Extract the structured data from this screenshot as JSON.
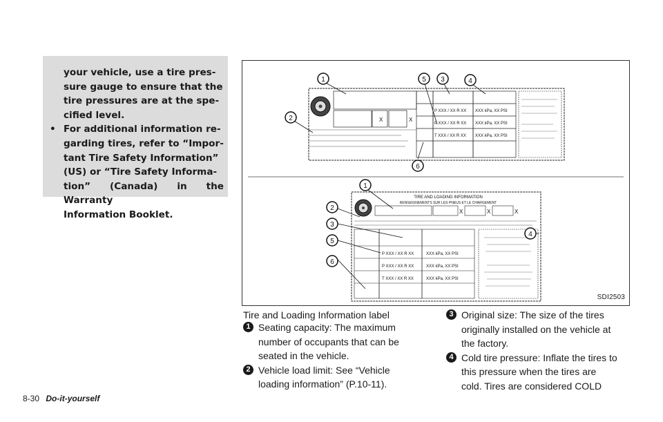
{
  "callout": {
    "lines": [
      "your vehicle, use a tire pres-",
      "sure gauge to ensure that the",
      "tire pressures are at the spe-",
      "cified level."
    ],
    "bullet_symbol": "•",
    "bullet_lines": [
      "For additional information re-",
      "garding tires, refer to “Impor-",
      "tant Tire Safety Information”",
      "(US) or “Tire Safety Informa-",
      "tion” (Canada) in the Warranty",
      "Information Booklet."
    ]
  },
  "figure": {
    "id": "SDI2503",
    "label_top": {
      "callouts": [
        "1",
        "2",
        "5",
        "3",
        "4",
        "6"
      ],
      "size_rows": [
        "P XXX / XX R XX",
        "P XXX / XX R XX",
        "T XXX / XX R XX"
      ],
      "pressure_rows": [
        "XXX kPa, XX PSI",
        "XXX kPa, XX PSI",
        "XXX kPa, XX PSI"
      ]
    },
    "label_bottom": {
      "callouts": [
        "1",
        "2",
        "3",
        "5",
        "6",
        "4"
      ],
      "title_line1": "TIRE AND LOADING INFORMATION",
      "title_line2": "RENSEIGNEMENTS SUR LES PNEUS ET LE CHARGEMENT",
      "size_rows": [
        "P XXX / XX R XX",
        "P XXX / XX R XX",
        "T XXX / XX R XX"
      ],
      "pressure_rows": [
        "XXX kPa, XX PSI",
        "XXX kPa, XX PSI",
        "XXX kPa, XX PSI"
      ]
    }
  },
  "caption": "Tire and Loading Information label",
  "items_left": [
    {
      "num": "1",
      "lines": [
        "Seating capacity: The maximum",
        "number of occupants that can be",
        "seated in the vehicle."
      ]
    },
    {
      "num": "2",
      "lines": [
        "Vehicle load limit: See “Vehicle",
        "loading information” (P.10-11)."
      ]
    }
  ],
  "items_right": [
    {
      "num": "3",
      "lines": [
        "Original size: The size of the tires",
        "originally installed on the vehicle at",
        "the factory."
      ]
    },
    {
      "num": "4",
      "lines": [
        "Cold tire pressure: Inflate the tires to",
        "this pressure when the tires are",
        "cold. Tires are considered COLD"
      ]
    }
  ],
  "footer": {
    "page": "8-30",
    "section": "Do-it-yourself"
  }
}
